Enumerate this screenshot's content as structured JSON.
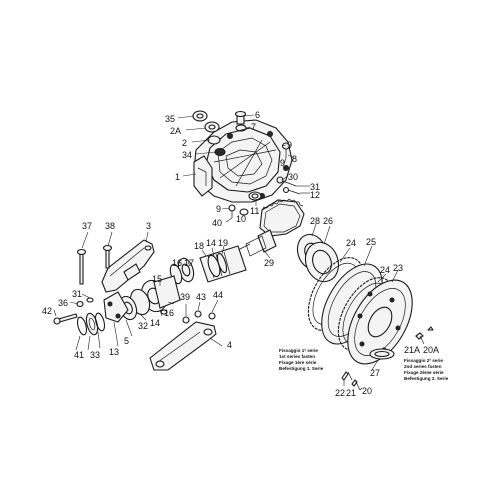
{
  "callouts": {
    "c1": "1",
    "c2": "2",
    "c2a": "2A",
    "c3": "3",
    "c4": "4",
    "c5": "5",
    "c6": "6",
    "c7": "7",
    "c8": "8",
    "c9": "9",
    "c10": "10",
    "c11": "11",
    "c12": "12",
    "c13": "13",
    "c14": "14",
    "c15": "15",
    "c16a": "16",
    "c16b": "16",
    "c17": "17",
    "c18": "18",
    "c19": "19",
    "c20": "20",
    "c20a": "20A",
    "c21": "21",
    "c21a": "21A",
    "c22": "22",
    "c23": "23",
    "c24a": "24",
    "c24b": "24",
    "c25": "25",
    "c26": "26",
    "c27": "27",
    "c28": "28",
    "c29": "29",
    "c30": "30",
    "c31a": "31",
    "c31b": "31",
    "c32": "32",
    "c33": "33",
    "c34": "34",
    "c35": "35",
    "c36": "36",
    "c37": "37",
    "c38": "38",
    "c39": "39",
    "c40": "40",
    "c41": "41",
    "c42": "42",
    "c43": "43",
    "c44": "44"
  },
  "notes": {
    "series1": [
      "Fissaggio 1ª serie",
      "1st series fasten",
      "Fixage 1ère série",
      "Befestigung 1. Serie"
    ],
    "series2": [
      "Fissaggio 2ª serie",
      "2nd series fasten",
      "Fixage 2ème série",
      "Befestigung 2. Serie"
    ]
  }
}
